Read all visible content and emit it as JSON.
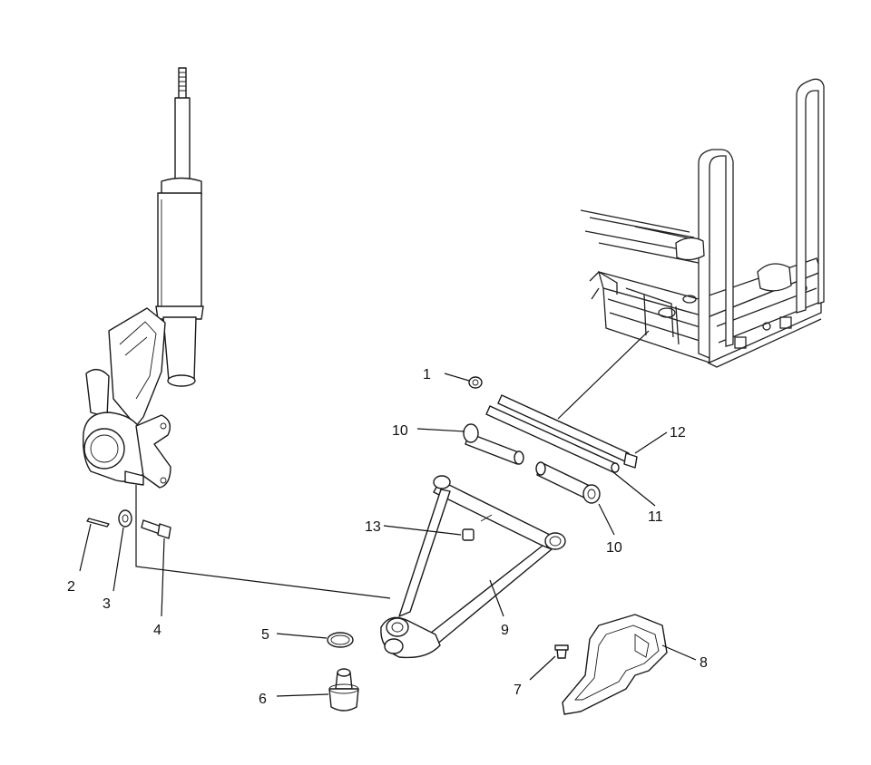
{
  "colors": {
    "line": "#1a1a1a",
    "background": "#ffffff"
  },
  "callouts": [
    {
      "id": "c1",
      "label": "1"
    },
    {
      "id": "c2",
      "label": "2"
    },
    {
      "id": "c3",
      "label": "3"
    },
    {
      "id": "c4",
      "label": "4"
    },
    {
      "id": "c5",
      "label": "5"
    },
    {
      "id": "c6",
      "label": "6"
    },
    {
      "id": "c7",
      "label": "7"
    },
    {
      "id": "c8",
      "label": "8"
    },
    {
      "id": "c9",
      "label": "9"
    },
    {
      "id": "c10a",
      "label": "10"
    },
    {
      "id": "c10b",
      "label": "10"
    },
    {
      "id": "c11",
      "label": "11"
    },
    {
      "id": "c12",
      "label": "12"
    },
    {
      "id": "c13",
      "label": "13"
    }
  ]
}
